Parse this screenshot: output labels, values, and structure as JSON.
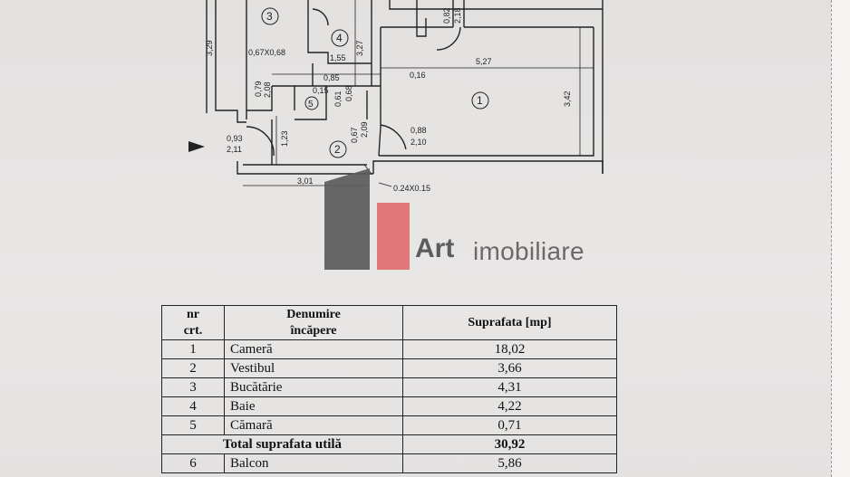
{
  "plan": {
    "rooms": [
      "1",
      "2",
      "3",
      "4",
      "5"
    ],
    "dimensions": {
      "d329": "3,29",
      "d067x068": "0,67X0,68",
      "d155": "1,55",
      "d327": "3,27",
      "d527": "5,27",
      "d085": "0,85",
      "d016": "0,16",
      "d079": "0,79",
      "d208": "2,08",
      "d015": "0,15",
      "d061": "0,61",
      "d068": "0,68",
      "d342": "3,42",
      "d093": "0,93",
      "d211": "2,11",
      "d123": "1,23",
      "d067": "0,67",
      "d209": "2,09",
      "d088": "0,88",
      "d210": "2,10",
      "d301": "3,01",
      "d024x015": "0.24X0.15",
      "d082": "0,82",
      "d218": "2,18"
    }
  },
  "watermark": {
    "art": "Art",
    "imobiliare": "imobiliare"
  },
  "table": {
    "headers": {
      "nr": "nr",
      "crt": "crt.",
      "denumire": "Denumire",
      "incapere": "încăpere",
      "suprafata": "Suprafata [mp]"
    },
    "rows": [
      {
        "nr": "1",
        "name": "Cameră",
        "area": "18,02"
      },
      {
        "nr": "2",
        "name": "Vestibul",
        "area": "3,66"
      },
      {
        "nr": "3",
        "name": "Bucătărie",
        "area": "4,31"
      },
      {
        "nr": "4",
        "name": "Baie",
        "area": "4,22"
      },
      {
        "nr": "5",
        "name": "Cămară",
        "area": "0,71"
      }
    ],
    "total": {
      "label": "Total suprafata utilă",
      "area": "30,92"
    },
    "balcony": {
      "nr": "6",
      "name": "Balcon",
      "area": "5,86"
    }
  }
}
